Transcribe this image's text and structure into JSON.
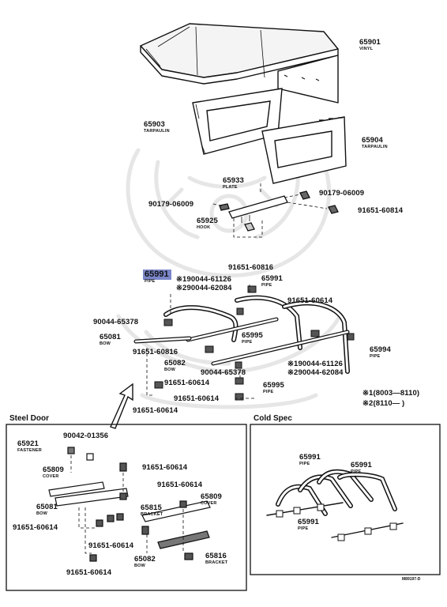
{
  "labels": {
    "p65901": "65901",
    "n65901": "VINYL",
    "p65903": "65903",
    "n65903": "TARPAULIN",
    "p65904": "65904",
    "n65904": "TARPAULIN",
    "p65933": "65933",
    "n65933": "PLATE",
    "p90179a": "90179-06009",
    "p90179b": "90179-06009",
    "p65925": "65925",
    "n65925": "HOOK",
    "p91651_0814a": "91651-60814",
    "p65991_hl": "65991",
    "n65991_hl": "PIPE",
    "p91651_0816a": "91651-60816",
    "p_r1a": "※190044-61126",
    "p_r2a": "※290044-62084",
    "p65991b": "65991",
    "n65991b": "PIPE",
    "p91651_0614a": "91651-60614",
    "p90044_378a": "90044-65378",
    "p65081a": "65081",
    "n65081a": "BOW",
    "p65995a": "65995",
    "n65995a": "PIPE",
    "p65994": "65994",
    "n65994": "PIPE",
    "p91651_0816b": "91651-60816",
    "p65082a": "65082",
    "n65082a": "BOW",
    "p_r1b": "※190044-61126",
    "p90044_378b": "90044-65378",
    "p_r2b": "※290044-62084",
    "p91651_0614b": "91651-60614",
    "p65995b": "65995",
    "n65995b": "PIPE",
    "p91651_0614c": "91651-60614",
    "p91651_0614d": "91651-60614",
    "note1": "※1(8003—8110)",
    "note2": "※2(8110—      )"
  },
  "steel_door": {
    "title": "Steel Door",
    "p65921": "65921",
    "n65921": "FASTENER",
    "p90042": "90042-01356",
    "p91651a": "91651-60614",
    "p65809a": "65809",
    "n65809a": "COVER",
    "p91651b": "91651-60614",
    "p65809b": "65809",
    "n65809b": "COVER",
    "p65081": "65081",
    "n65081": "BOW",
    "p65815": "65815",
    "n65815": "BRACKET",
    "p91651c": "91651-60614",
    "p91651d": "91651-60614",
    "p65082": "65082",
    "n65082": "BOW",
    "p65816": "65816",
    "n65816": "BRACKET",
    "p91651e": "91651-60614"
  },
  "cold_spec": {
    "title": "Cold Spec",
    "p65991a": "65991",
    "n65991a": "PIPE",
    "p65991b": "65991",
    "n65991b": "PIPE",
    "p65991c": "65991",
    "n65991c": "PIPE"
  },
  "footer_code": "M89197-D",
  "colors": {
    "highlight": "#7a86c8",
    "ink": "#111111",
    "watermark": "#e6e6e6"
  }
}
